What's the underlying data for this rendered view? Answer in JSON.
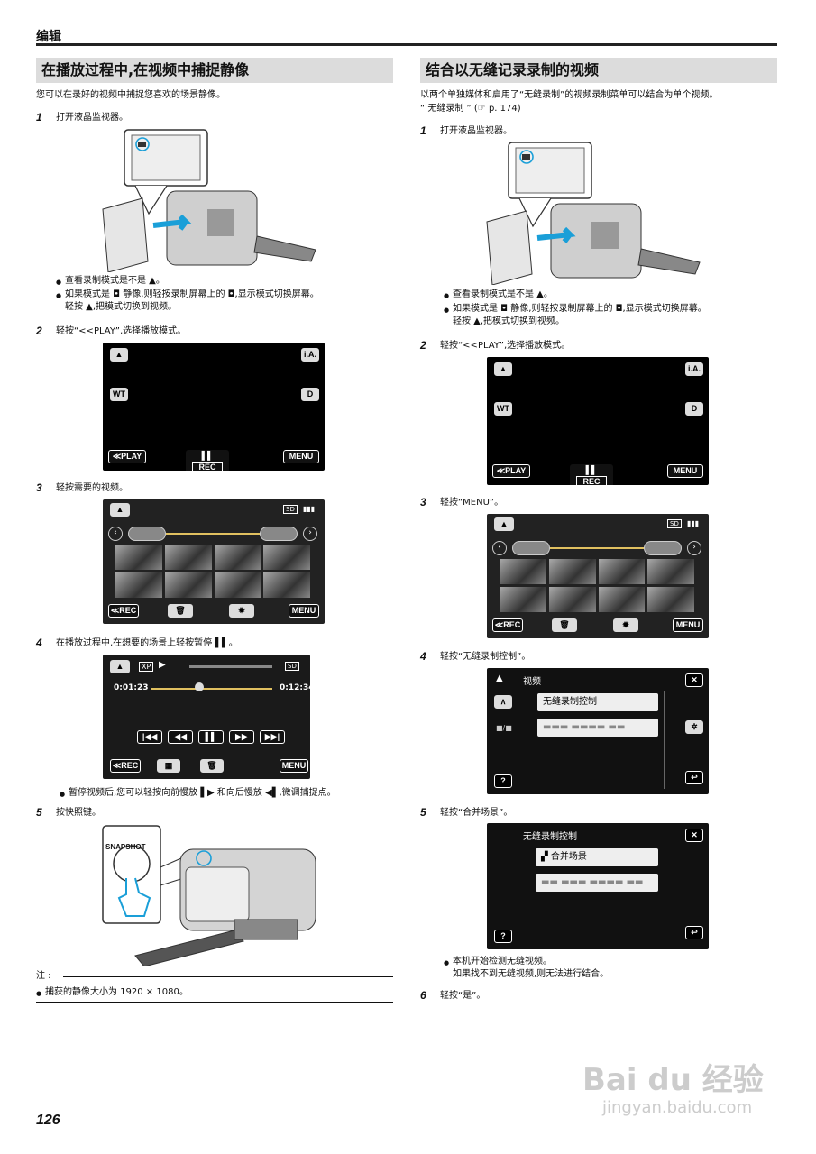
{
  "header": {
    "title": "编辑"
  },
  "page_number": "126",
  "left": {
    "title": "在播放过程中,在视频中捕捉静像",
    "intro": "您可以在录好的视频中捕捉您喜欢的场景静像。",
    "steps": [
      {
        "num": "1",
        "text": "打开液晶监视器。"
      },
      {
        "num": "2",
        "text": "轻按“<<PLAY”,选择播放模式。"
      },
      {
        "num": "3",
        "text": "轻按需要的视频。"
      },
      {
        "num": "4",
        "text": "在播放过程中,在想要的场景上轻按暂停 ▌▌。"
      },
      {
        "num": "5",
        "text": "按快照键。"
      }
    ],
    "step1_bullets": [
      "查看录制模式是不是 ▲。",
      "如果模式是 ◘ 静像,则轻按录制屏幕上的 ◘,显示模式切换屏幕。",
      "轻按 ▲,把模式切换到视频。"
    ],
    "step4_bullet": "暂停视频后,您可以轻按向前慢放 ▌▶ 和向后慢放 ◀▌,微调捕捉点。",
    "note_label": "注 :",
    "note_text": "捕获的静像大小为 1920 × 1080。",
    "snapshot_label": "SNAPSHOT",
    "playback": {
      "time_start": "0:01:23",
      "time_end": "0:12:34",
      "xp": "XP",
      "sd": "SD"
    }
  },
  "right": {
    "title": "结合以无缝记录录制的视频",
    "intro_line1": "以两个单独媒体和启用了“无缝录制”的视频录制菜单可以结合为单个视频。",
    "intro_line2": "“ 无缝录制 ” (☞ p. 174)",
    "steps": [
      {
        "num": "1",
        "text": "打开液晶监视器。"
      },
      {
        "num": "2",
        "text": "轻按“<<PLAY”,选择播放模式。"
      },
      {
        "num": "3",
        "text": "轻按“MENU”。"
      },
      {
        "num": "4",
        "text": "轻按“无缝录制控制”。"
      },
      {
        "num": "5",
        "text": "轻按“合并场景”。"
      },
      {
        "num": "6",
        "text": "轻按“是”。"
      }
    ],
    "step1_bullets": [
      "查看录制模式是不是 ▲。",
      "如果模式是 ◘ 静像,则轻按录制屏幕上的 ◘,显示模式切换屏幕。",
      "轻按 ▲,把模式切换到视频。"
    ],
    "step5_bullets": [
      "本机开始检测无缝视频。",
      "如果找不到无缝视频,则无法进行结合。"
    ],
    "menu_screen": {
      "title": "视频",
      "item1": "无缝录制控制",
      "side_label": "■/■"
    },
    "seamless_screen": {
      "title": "无缝录制控制",
      "item1": "合并场景"
    }
  },
  "screen_labels": {
    "play": "≪PLAY",
    "rec": "REC",
    "menu": "MENU",
    "ia": "i.A.",
    "wt": "WT",
    "d": "D",
    "rec_back": "≪REC",
    "help": "?",
    "close": "✕",
    "back": "↩",
    "up": "∧",
    "sd": "SD"
  },
  "watermark": {
    "logo": "Bai du 经验",
    "url": "jingyan.baidu.com"
  }
}
